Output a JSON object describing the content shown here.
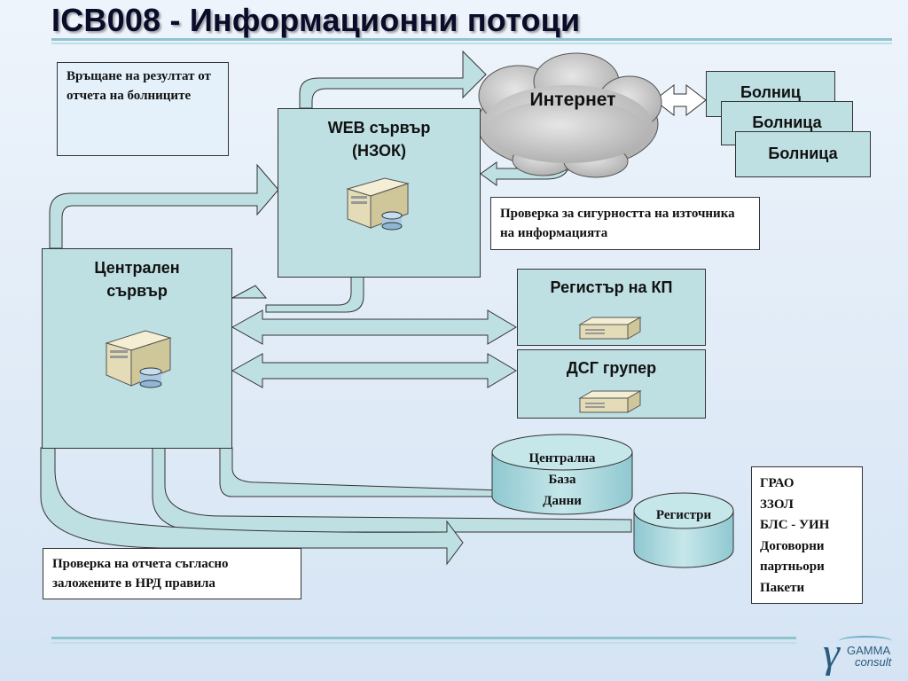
{
  "title": "ICB008 - Информационни потоци",
  "notes": {
    "return_results": "Връщане на резултат от отчета на болниците",
    "source_check": "Проверка за сигурността на източника на информацията",
    "report_check": "Проверка на отчета съгласно заложените в НРД правила"
  },
  "internet": "Интернет",
  "web_server": {
    "line1": "WEB сървър",
    "line2": "(НЗОК)"
  },
  "central_server": {
    "line1": "Централен",
    "line2": "сървър"
  },
  "hospitals": [
    "Болниц",
    "Болница",
    "Болница"
  ],
  "kp_registry": "Регистър на КП",
  "dsg_grouper": "ДСГ групер",
  "central_db": {
    "line1": "Централна",
    "line2": "База",
    "line3": "Данни"
  },
  "registries_db": "Регистри",
  "registries_list": [
    "ГРАО",
    "ЗЗОЛ",
    "БЛС - УИН",
    "Договорни",
    "партньори",
    "Пакети"
  ],
  "logo": {
    "line1": "GAMMA",
    "line2": "consult"
  },
  "colors": {
    "fill": "#bfe0e3",
    "title": "#0b0b2a",
    "rule": "#8fc4cf",
    "cloud": "#c9c9c9",
    "logo": "#2a5b7c"
  }
}
